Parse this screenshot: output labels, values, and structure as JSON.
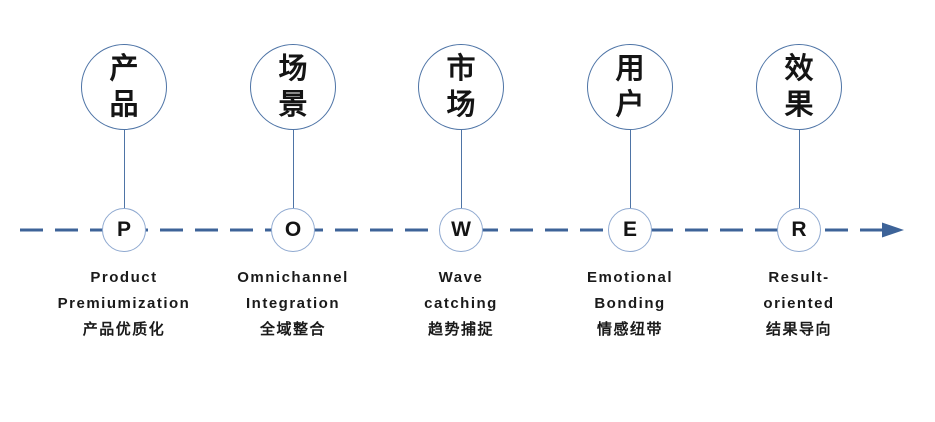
{
  "colors": {
    "circle-border": "#4e74a6",
    "node-border": "#8fa9d0",
    "arrow": "#3d6398"
  },
  "timeline": {
    "direction": "left-to-right",
    "style": "dashed-arrow"
  },
  "columns": [
    {
      "zh": "产\n品",
      "letter": "P",
      "label": "Product\nPremiumization\n产品优质化"
    },
    {
      "zh": "场\n景",
      "letter": "O",
      "label": "Omnichannel\nIntegration\n全域整合"
    },
    {
      "zh": "市\n场",
      "letter": "W",
      "label": "Wave\ncatching\n趋势捕捉"
    },
    {
      "zh": "用\n户",
      "letter": "E",
      "label": "Emotional\nBonding\n情感纽带"
    },
    {
      "zh": "效\n果",
      "letter": "R",
      "label": "Result-\noriented\n结果导向"
    }
  ]
}
